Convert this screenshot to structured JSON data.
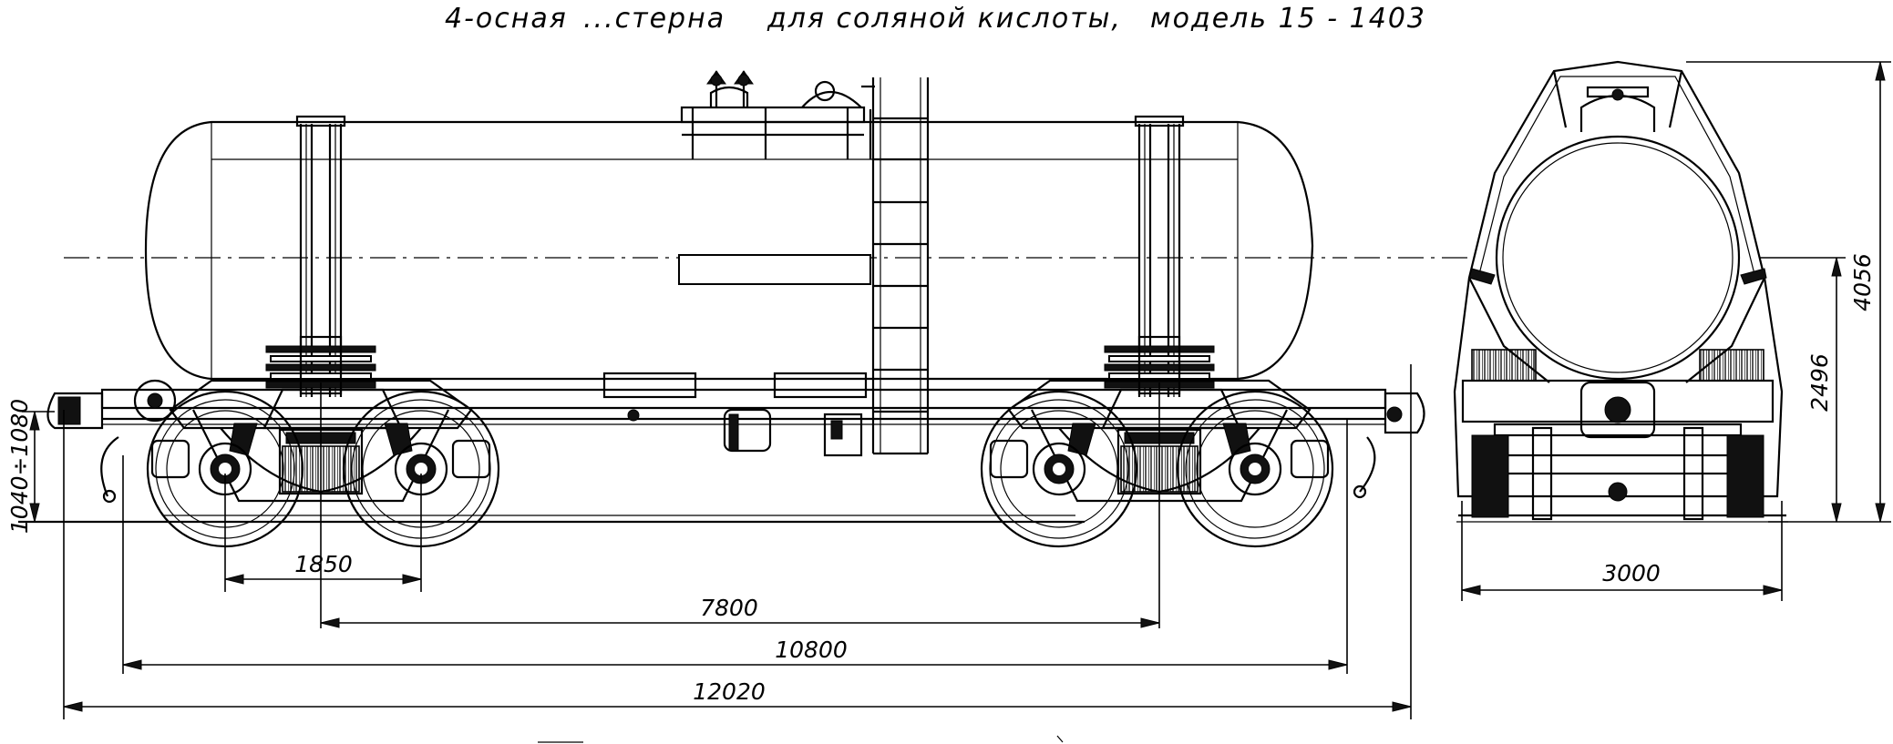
{
  "title": {
    "part1": "4-осная",
    "part2": "...стерна",
    "part3": "для соляной кислоты,",
    "part4": "модель 15 - 1403"
  },
  "dimensions": {
    "bogie_wheelbase": "1850",
    "bogie_centers": "7800",
    "length_frame": "10800",
    "length_couplers": "12020",
    "coupler_height": "1040÷1080",
    "width": "3000",
    "tank_axis_height": "2496",
    "total_height": "4056"
  }
}
